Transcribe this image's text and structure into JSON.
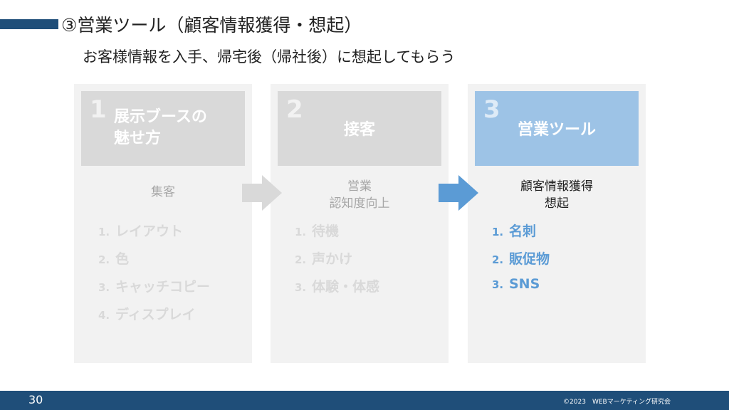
{
  "title": "③営業ツール（顧客情報獲得・想起）",
  "subtitle": "お客様情報を入手、帰宅後（帰社後）に想起してもらう",
  "steps": [
    {
      "number": "1",
      "title": "展示ブースの\n魅せ方",
      "subtitle": "集客",
      "items": [
        "レイアウト",
        "色",
        "キャッチコピー",
        "ディスプレイ"
      ]
    },
    {
      "number": "2",
      "title": "接客",
      "subtitle": "営業\n認知度向上",
      "items": [
        "待機",
        "声かけ",
        "体験・体感"
      ]
    },
    {
      "number": "3",
      "title": "営業ツール",
      "subtitle": "顧客情報獲得\n想起",
      "items": [
        "名刺",
        "販促物",
        "SNS"
      ]
    }
  ],
  "footer": {
    "page": "30",
    "copyright": "©2023　WEBマーケティング研究会"
  },
  "colors": {
    "navy": "#1f4e79",
    "active": "#9dc3e6",
    "arrow_active": "#5b9bd5",
    "item_active": "#5b9bd5"
  }
}
